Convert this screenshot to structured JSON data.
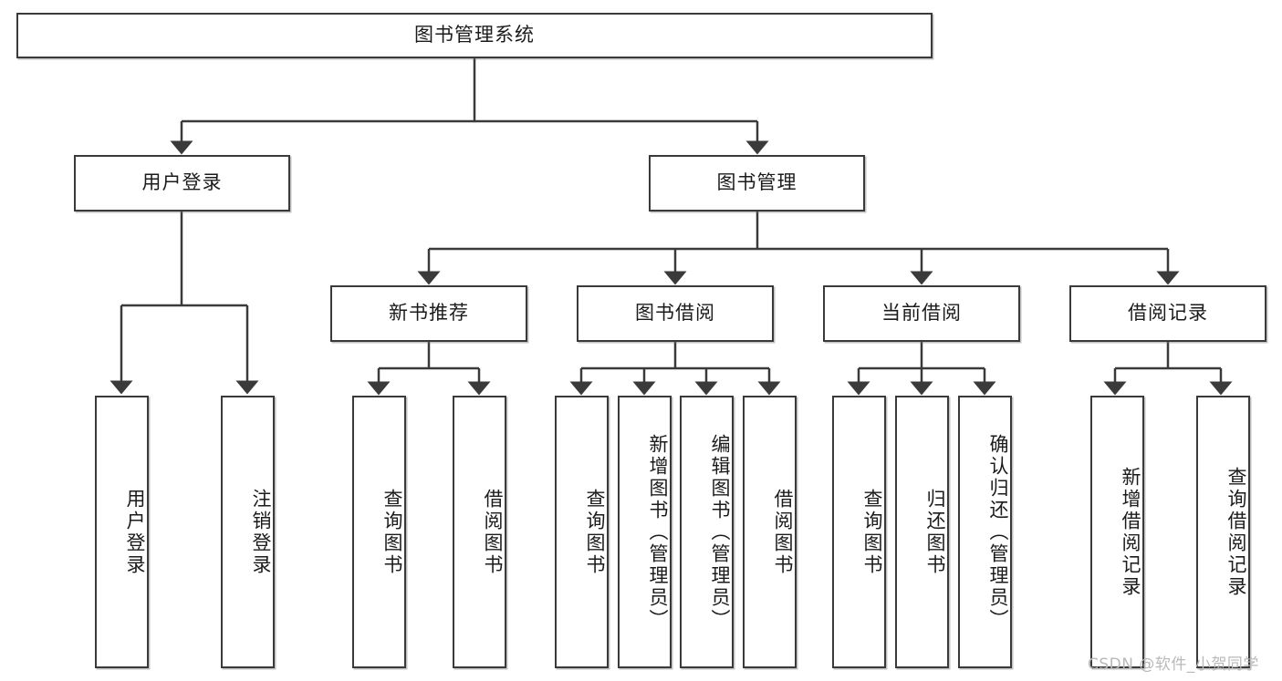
{
  "diagram": {
    "type": "tree",
    "title": "图书管理系统",
    "root": {
      "label": "图书管理系统"
    },
    "level2": [
      {
        "label": "用户登录"
      },
      {
        "label": "图书管理"
      }
    ],
    "level3": [
      {
        "label": "新书推荐"
      },
      {
        "label": "图书借阅"
      },
      {
        "label": "当前借阅"
      },
      {
        "label": "借阅记录"
      }
    ],
    "leaves_user_login": [
      {
        "label": "用户登录"
      },
      {
        "label": "注销登录"
      }
    ],
    "leaves_new_book": [
      {
        "label": "查询图书"
      },
      {
        "label": "借阅图书"
      }
    ],
    "leaves_borrow": [
      {
        "label": "查询图书"
      },
      {
        "label": "新增图书（管理员）"
      },
      {
        "label": "编辑图书（管理员）"
      },
      {
        "label": "借阅图书"
      }
    ],
    "leaves_current": [
      {
        "label": "查询图书"
      },
      {
        "label": "归还图书"
      },
      {
        "label": "确认归还（管理员）"
      }
    ],
    "leaves_records": [
      {
        "label": "新增借阅记录"
      },
      {
        "label": "查询借阅记录"
      }
    ]
  },
  "watermark": {
    "text": "CSDN @软件_小贺同学"
  },
  "colors": {
    "stroke": "#3a3a3a",
    "text": "#1b1b1b",
    "background": "#ffffff",
    "watermark": "#b9b9b9"
  }
}
